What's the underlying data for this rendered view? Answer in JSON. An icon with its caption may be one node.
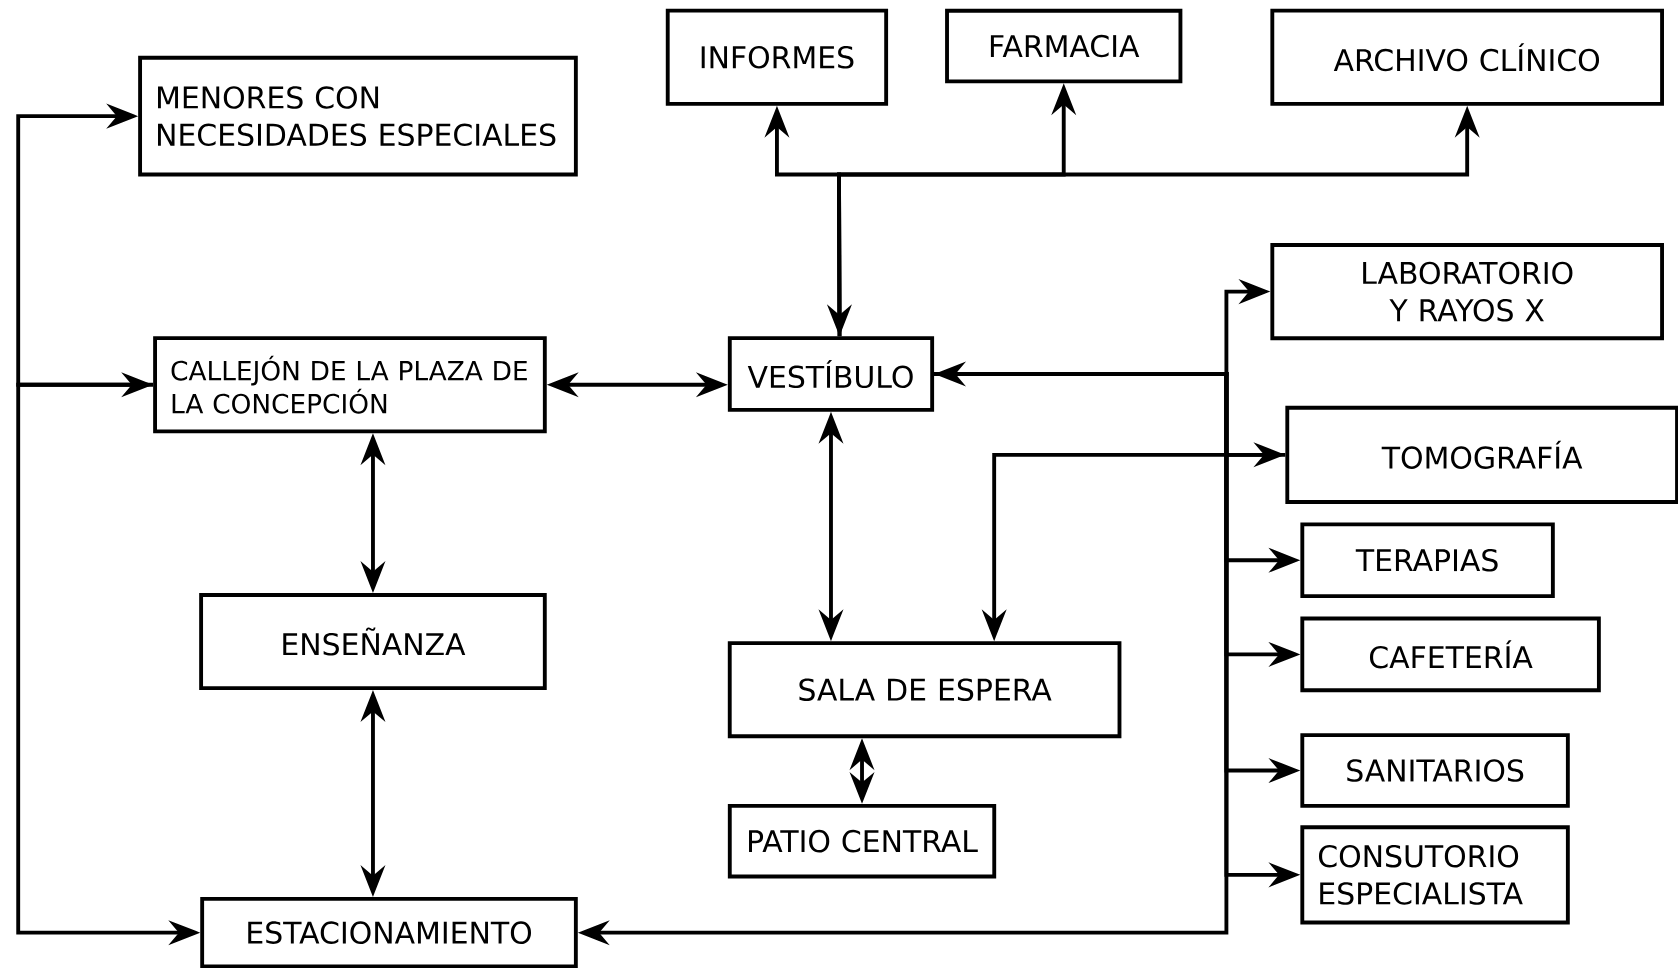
{
  "diagram": {
    "nodes": [
      {
        "text": [
          "MENORES CON NECESIDADES ESPECIALES"
        ]
      },
      {
        "text": [
          "INFORMES"
        ]
      },
      {
        "text": [
          "FARMACIA"
        ]
      },
      {
        "text": [
          "ARCHIVO CLÍNICO"
        ]
      },
      {
        "text": [
          "LABORATORIO Y RAYOS X"
        ]
      },
      {
        "text": [
          "CALLEJÓN DE LA PLAZA DE LA CONCEPCIÓN"
        ]
      },
      {
        "text": [
          "VESTÍBULO"
        ]
      },
      {
        "text": [
          "TOMOGRAFÍA"
        ]
      },
      {
        "text": [
          "TERAPIAS"
        ]
      },
      {
        "text": [
          "ENSEÑANZA"
        ]
      },
      {
        "text": [
          "CAFETERÍA"
        ]
      },
      {
        "text": [
          "SALA DE ESPERA"
        ]
      },
      {
        "text": [
          "SANITARIOS"
        ]
      },
      {
        "text": [
          "PATIO CENTRAL"
        ]
      },
      {
        "text": [
          "CONSUTORIO ESPECIALISTA"
        ]
      },
      {
        "text": [
          "ESTACIONAMIENTO"
        ]
      }
    ],
    "edges": [
      {
        "from": 6,
        "to": 1,
        "arrow": "both"
      },
      {
        "from": 6,
        "to": 2,
        "arrow": "to"
      },
      {
        "from": 6,
        "to": 3,
        "arrow": "to"
      },
      {
        "from": 5,
        "to": 0,
        "arrow": "both"
      },
      {
        "from": 5,
        "to": 15,
        "arrow": "to"
      },
      {
        "from": 5,
        "to": 6,
        "arrow": "both"
      },
      {
        "from": 5,
        "to": 9,
        "arrow": "both"
      },
      {
        "from": 9,
        "to": 15,
        "arrow": "both"
      },
      {
        "from": 6,
        "to": 11,
        "arrow": "both"
      },
      {
        "from": 11,
        "to": 13,
        "arrow": "both"
      },
      {
        "from": 6,
        "to": 4,
        "arrow": "both"
      },
      {
        "from": 6,
        "to": 7,
        "arrow": "to"
      },
      {
        "from": 6,
        "to": 8,
        "arrow": "to"
      },
      {
        "from": 6,
        "to": 10,
        "arrow": "to"
      },
      {
        "from": 6,
        "to": 12,
        "arrow": "to"
      },
      {
        "from": 6,
        "to": 14,
        "arrow": "to"
      },
      {
        "from": 6,
        "to": 15,
        "arrow": "to"
      },
      {
        "from": 7,
        "to": 11,
        "arrow": "to"
      }
    ]
  }
}
